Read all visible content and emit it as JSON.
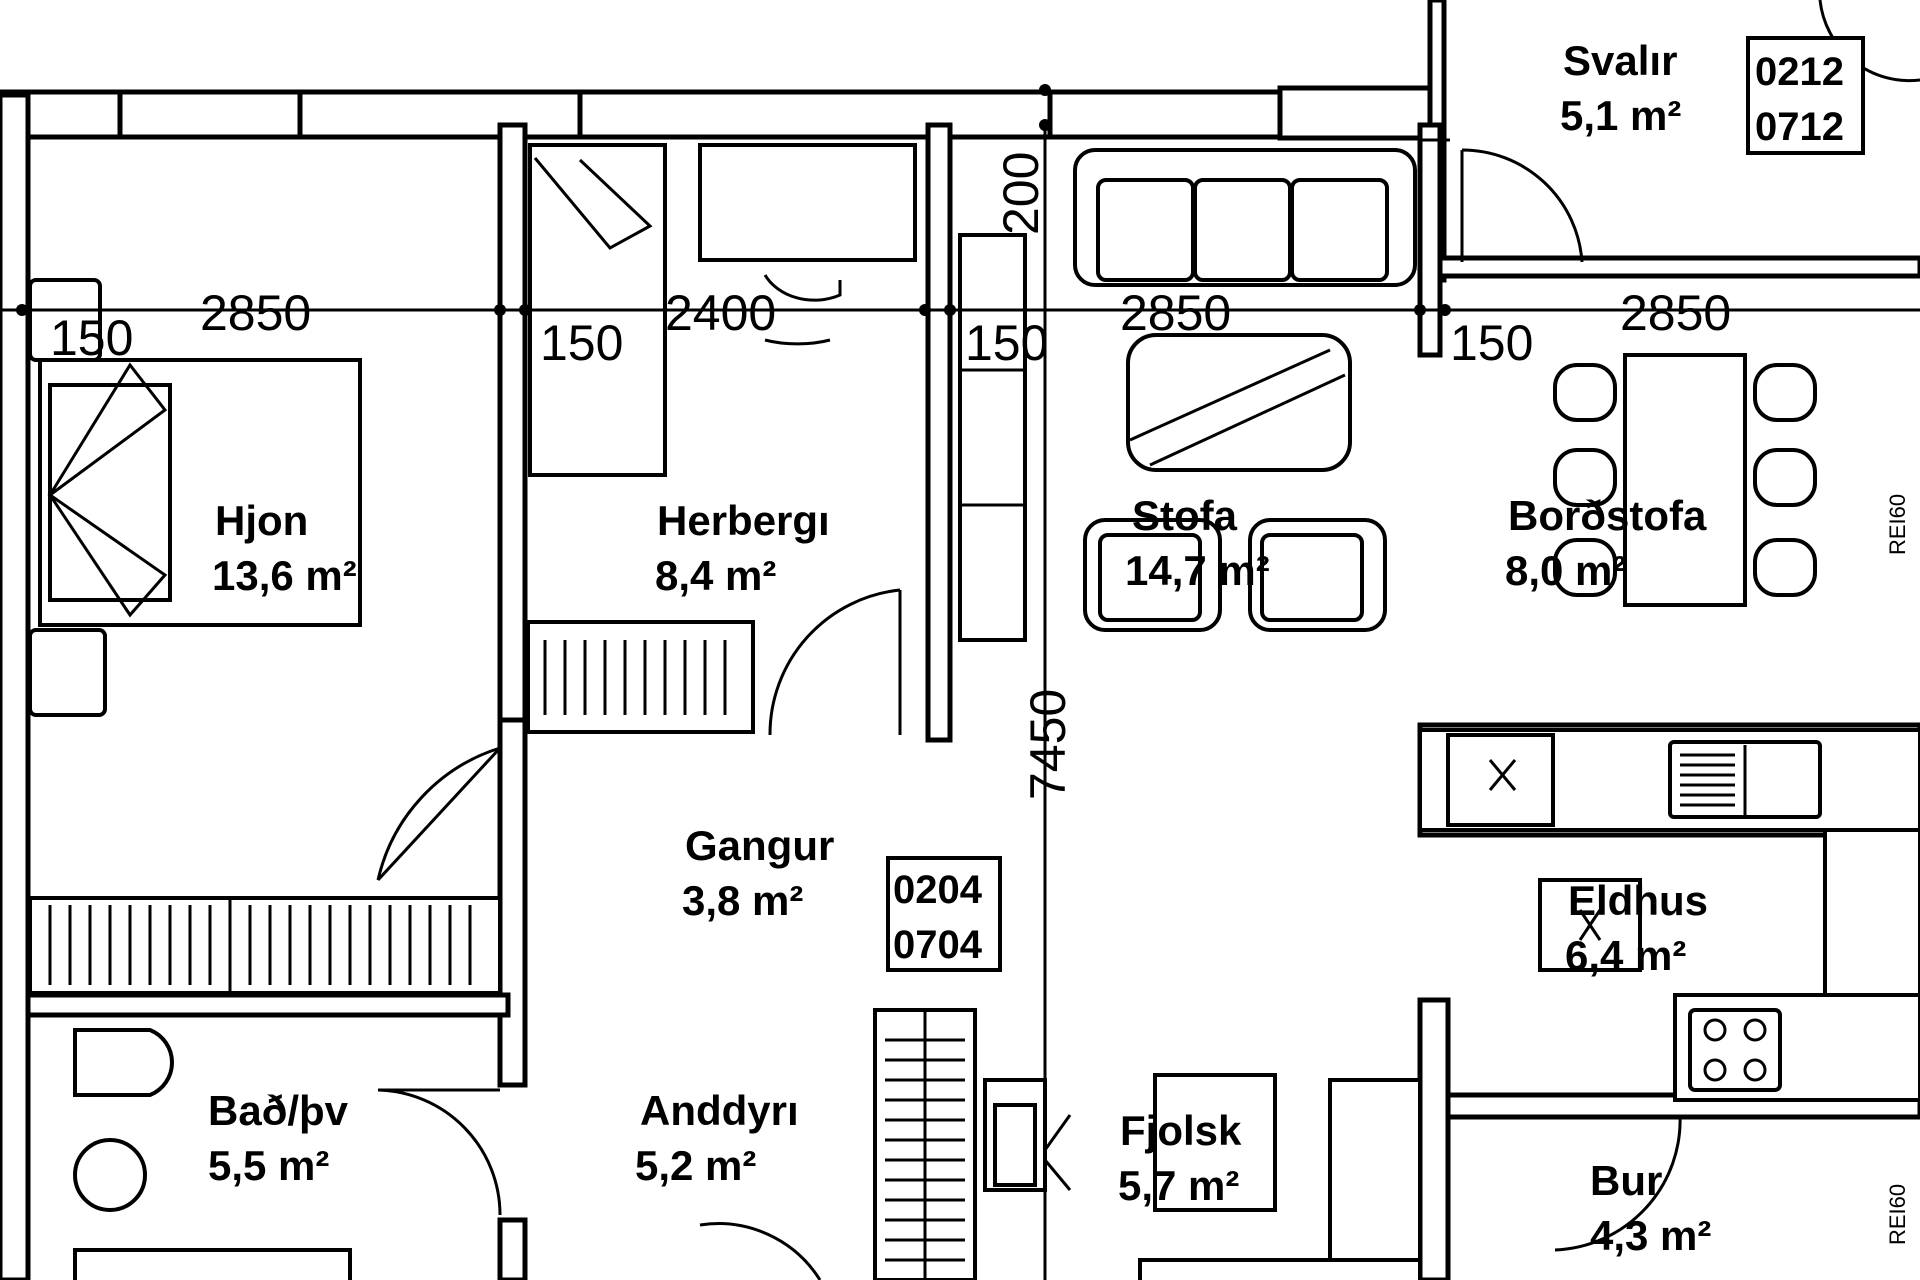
{
  "rooms": [
    {
      "id": "svalir",
      "name": "Svalır",
      "area": "5,1 m²"
    },
    {
      "id": "hjon",
      "name": "Hjon",
      "area": "13,6 m²"
    },
    {
      "id": "herbergi",
      "name": "Herbergı",
      "area": "8,4 m²"
    },
    {
      "id": "stofa",
      "name": "Stofa",
      "area": "14,7 m²"
    },
    {
      "id": "bordstofa",
      "name": "Borðstofa",
      "area": "8,0 m²"
    },
    {
      "id": "gangur",
      "name": "Gangur",
      "area": "3,8 m²"
    },
    {
      "id": "eldhus",
      "name": "Eldhus",
      "area": "6,4 m²"
    },
    {
      "id": "bad",
      "name": "Bað/þv",
      "area": "5,5 m²"
    },
    {
      "id": "anddyri",
      "name": "Anddyrı",
      "area": "5,2 m²"
    },
    {
      "id": "fjolsk",
      "name": "Fjolsk",
      "area": "5,7 m²"
    },
    {
      "id": "bur",
      "name": "Bur",
      "area": "4,3 m²"
    }
  ],
  "dimensions": {
    "d1": "150",
    "d2": "2850",
    "d3": "150",
    "d4": "2400",
    "d5": "150",
    "d6": "2850",
    "d7": "150",
    "d8": "2850",
    "vertical": "7450",
    "top_short": "200"
  },
  "unit_codes": {
    "upper": {
      "line1": "0212",
      "line2": "0712"
    },
    "lower": {
      "line1": "0204",
      "line2": "0704"
    }
  },
  "fire_labels": {
    "upper": "REI60",
    "lower": "REI60"
  }
}
